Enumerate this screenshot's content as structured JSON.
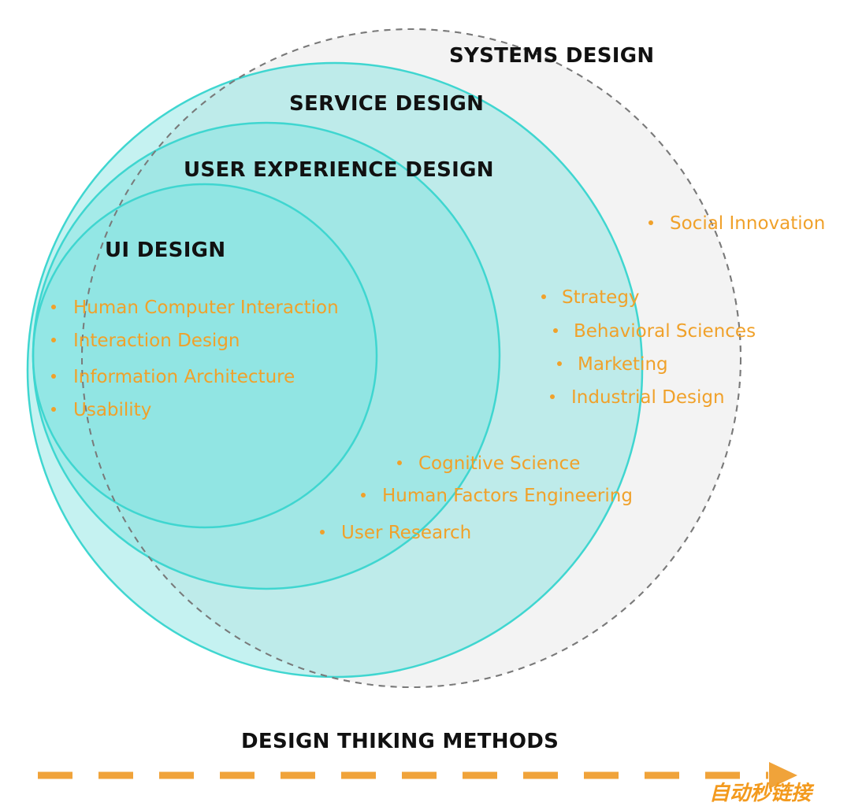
{
  "diagram": {
    "headings": {
      "systems": "SYSTEMS DESIGN",
      "service": "SERVICE DESIGN",
      "ux": "USER EXPERIENCE DESIGN",
      "ui": "UI DESIGN"
    },
    "ui_items": [
      "Human Computer Interaction",
      "Interaction Design",
      "Information Architecture",
      "Usability"
    ],
    "ux_items": [
      "Cognitive Science",
      "Human Factors Engineering",
      "User Research"
    ],
    "service_items": [
      "Strategy",
      "Behavioral Sciences",
      "Marketing",
      "Industrial Design"
    ],
    "systems_items": [
      "Social Innovation"
    ],
    "footer_label": "DESIGN THIKING METHODS",
    "watermark": "自动秒链接",
    "colors": {
      "teal_stroke": "#3fd6d0",
      "teal_fill": "#7fe3df",
      "orange": "#f0a12a",
      "dashed_gray": "#8a8a8a"
    }
  }
}
